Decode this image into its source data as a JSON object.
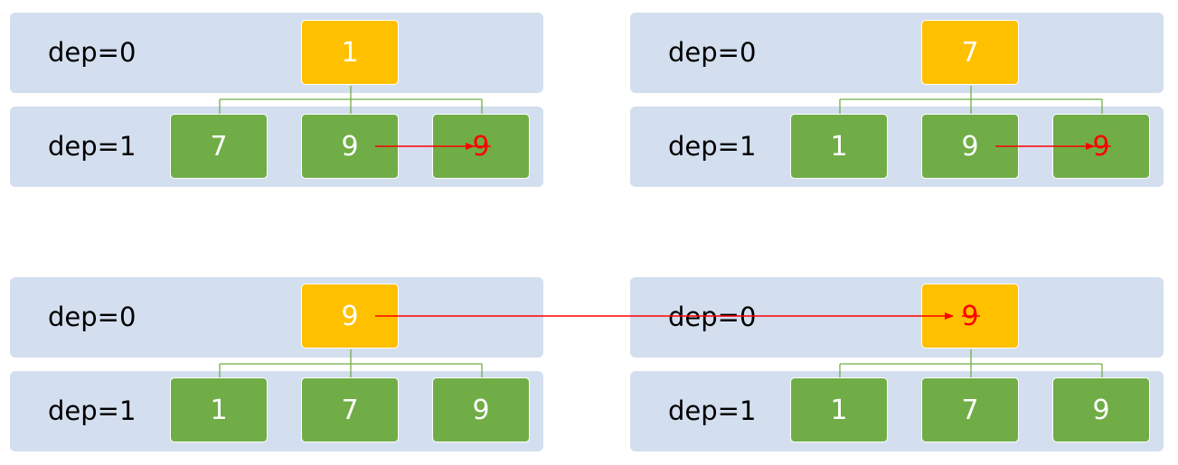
{
  "panels": [
    {
      "labels": {
        "row0": "dep=0",
        "row1": "dep=1"
      },
      "root": {
        "value": "1",
        "removed": false
      },
      "children": [
        {
          "value": "7",
          "removed": false
        },
        {
          "value": "9",
          "removed": false
        },
        {
          "value": "9",
          "removed": true
        }
      ]
    },
    {
      "labels": {
        "row0": "dep=0",
        "row1": "dep=1"
      },
      "root": {
        "value": "7",
        "removed": false
      },
      "children": [
        {
          "value": "1",
          "removed": false
        },
        {
          "value": "9",
          "removed": false
        },
        {
          "value": "9",
          "removed": true
        }
      ]
    },
    {
      "labels": {
        "row0": "dep=0",
        "row1": "dep=1"
      },
      "root": {
        "value": "9",
        "removed": false
      },
      "children": [
        {
          "value": "1",
          "removed": false
        },
        {
          "value": "7",
          "removed": false
        },
        {
          "value": "9",
          "removed": false
        }
      ]
    },
    {
      "labels": {
        "row0": "dep=0",
        "row1": "dep=1"
      },
      "root": {
        "value": "9",
        "removed": true
      },
      "children": [
        {
          "value": "1",
          "removed": false
        },
        {
          "value": "7",
          "removed": false
        },
        {
          "value": "9",
          "removed": false
        }
      ]
    }
  ],
  "colors": {
    "band": "#d3deee",
    "root": "#ffc000",
    "child": "#70ad47",
    "connector": "#70ad47",
    "arrow": "#ff0000"
  }
}
